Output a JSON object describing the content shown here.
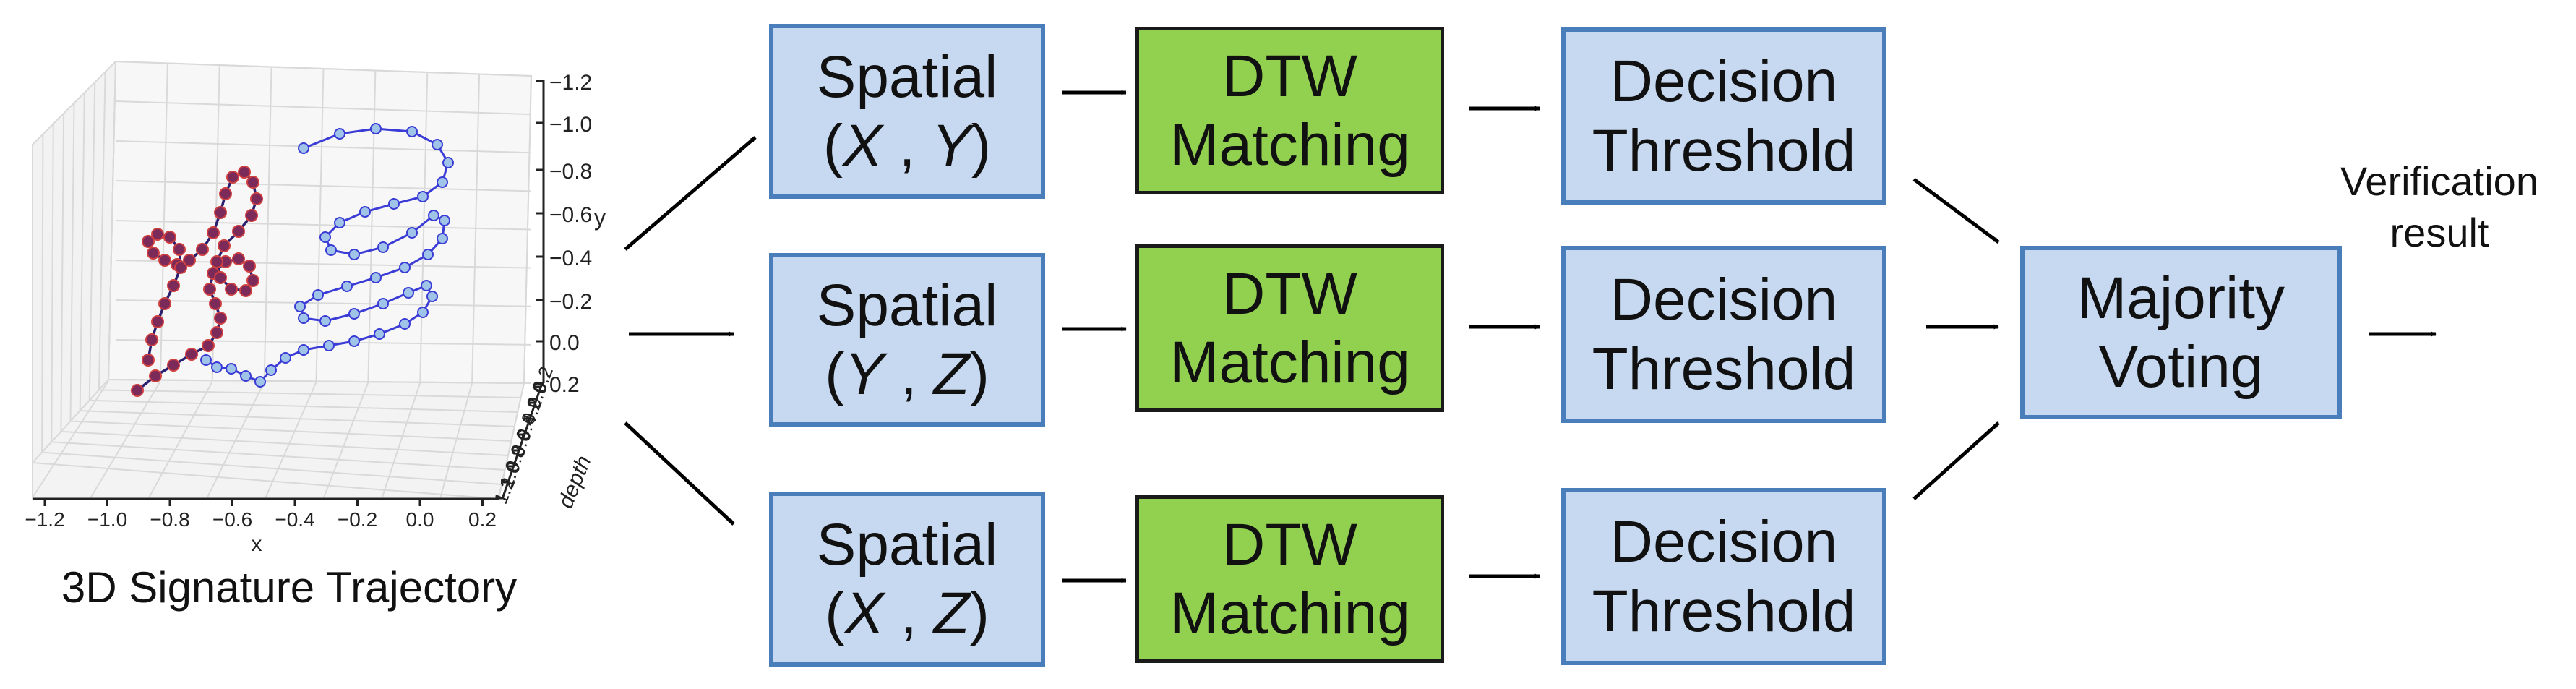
{
  "plot": {
    "caption": "3D  Signature Trajectory",
    "x_ticks": [
      "−1.2",
      "−1.0",
      "−0.8",
      "−0.6",
      "−0.4",
      "−0.2",
      "0.0",
      "0.2"
    ],
    "x_label": "x",
    "y_ticks": [
      "−1.2",
      "−1.0",
      "−0.8",
      "−0.6",
      "−0.4",
      "−0.2",
      "0.0",
      "0.2"
    ],
    "y_label": "y",
    "depth_ticks": [
      "0.2",
      "0.0",
      "0.2",
      "0.4",
      "0.6",
      "0.8",
      "1.0",
      "1.2"
    ],
    "depth_label": "depth"
  },
  "branches": [
    {
      "spatial": {
        "word": "Spatial",
        "a": "X",
        "b": "Y"
      },
      "dtw": {
        "line1": "DTW",
        "line2": "Matching"
      },
      "decision": {
        "line1": "Decision",
        "line2": "Threshold"
      }
    },
    {
      "spatial": {
        "word": "Spatial",
        "a": "Y",
        "b": "Z"
      },
      "dtw": {
        "line1": "DTW",
        "line2": "Matching"
      },
      "decision": {
        "line1": "Decision",
        "line2": "Threshold"
      }
    },
    {
      "spatial": {
        "word": "Spatial",
        "a": "X",
        "b": "Z"
      },
      "dtw": {
        "line1": "DTW",
        "line2": "Matching"
      },
      "decision": {
        "line1": "Decision",
        "line2": "Threshold"
      }
    }
  ],
  "voting": {
    "line1": "Majority",
    "line2": "Voting"
  },
  "result": {
    "line1": "Verification",
    "line2": "result"
  }
}
